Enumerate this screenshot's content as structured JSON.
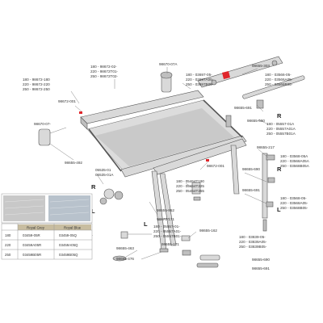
{
  "labels": {
    "l01": "98670-07A",
    "l02": "98655-303",
    "l03": "180 - 98672-02-",
    "l04": "220 - 98672T01-",
    "l05": "250 - 98672T02-",
    "l06": "180 - 98672-180",
    "l07": "220 - 98672-220",
    "l08": "250 - 98672-250",
    "l09": "98672-001",
    "l10": "180 - 03697-05-",
    "l11": "220 - 03697A05-",
    "l12": "250 - 03697B05-",
    "l13": "180 - 03566-05-",
    "l14": "220 - 03566A05-",
    "l15": "250 - 03566B05-",
    "l16": "98655-691",
    "l17": "98655-690",
    "l18": "180 - 05557-01A",
    "l19": "220 - 05557A01A",
    "l20": "250 - 05557B01A",
    "l21": "98670-07-",
    "l22": "98655-492",
    "l23": "98655-217",
    "l24": "98672-001",
    "l25": "05535-01",
    "l26": "05535-01A",
    "l27": "180 - 05464T190",
    "l28": "220 - 05464T225",
    "l29": "250 - 05464T255",
    "l30": "180 - 03568-05A",
    "l31": "220 - 03568A05A",
    "l32": "250 - 03568B05A",
    "l33": "98655-690",
    "l34": "98655-691",
    "l35": "180 - 03568-05-",
    "l36": "220 - 03568A05-",
    "l37": "250 - 03568B05-",
    "l38": "98655-952",
    "l39": "98670-171",
    "l40": "180 - 05557-01-",
    "l41": "220 - 05557A01-",
    "l42": "250 - 05557B01-",
    "l43": "98655-162",
    "l44": "180 - 03839-05-",
    "l45": "220 - 03839A05-",
    "l46": "250 - 03839B05-",
    "l47": "98655-463",
    "l48": "98655-476",
    "l49": "98655-171",
    "l50": "98655-690",
    "l51": "98655-691",
    "R1": "R",
    "R2": "R",
    "L1": "L",
    "L2": "L",
    "L3": "L",
    "R3": "R",
    "L4": "L"
  },
  "swatch_table": {
    "headers": [
      "Royal Grey",
      "Royal Blue"
    ],
    "rows": [
      {
        "size": "180",
        "grey": "03459-05R",
        "blue": "03459-05Q"
      },
      {
        "size": "220",
        "grey": "03459A05R",
        "blue": "03459A05Q"
      },
      {
        "size": "250",
        "grey": "03459B05R",
        "blue": "03459B05Q"
      }
    ]
  },
  "colors": {
    "fabric_grey": "#c8c8c8",
    "fabric_blue": "#b8c2cc",
    "header_bg": "#c8bda0",
    "highlight": "#e0262b"
  }
}
